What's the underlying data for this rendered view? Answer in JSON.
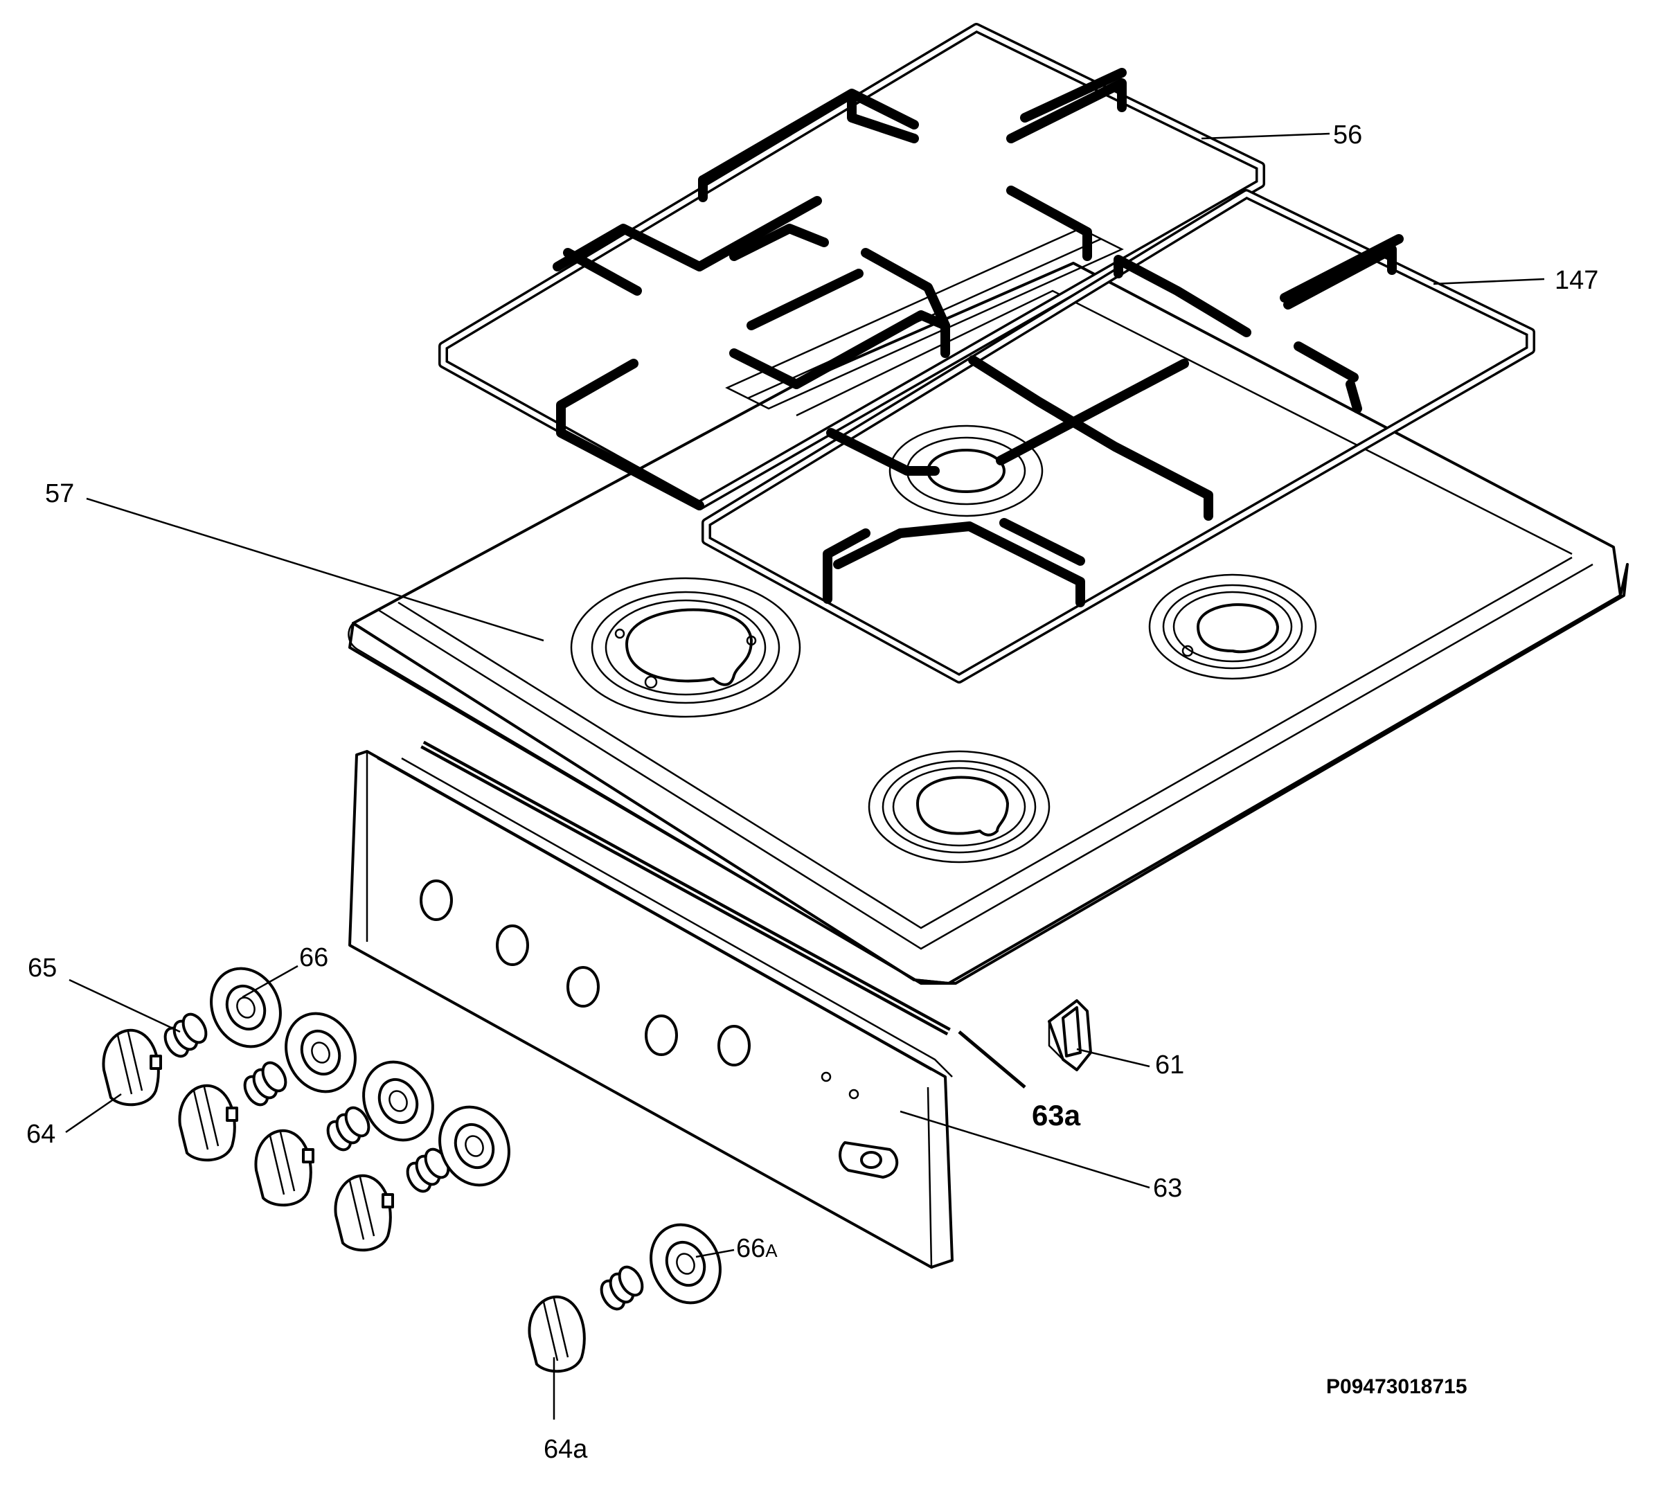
{
  "diagram": {
    "labels": {
      "grate_left": "56",
      "grate_right": "147",
      "hob_top": "57",
      "seal_strip": "63a",
      "control_panel": "63",
      "clip": "61",
      "spring": "65",
      "bezel": "66",
      "knob": "64",
      "bezel_a_main": "66",
      "bezel_a_suffix": "A",
      "knob_a": "64a"
    },
    "drawing_code": "P09473018715"
  }
}
